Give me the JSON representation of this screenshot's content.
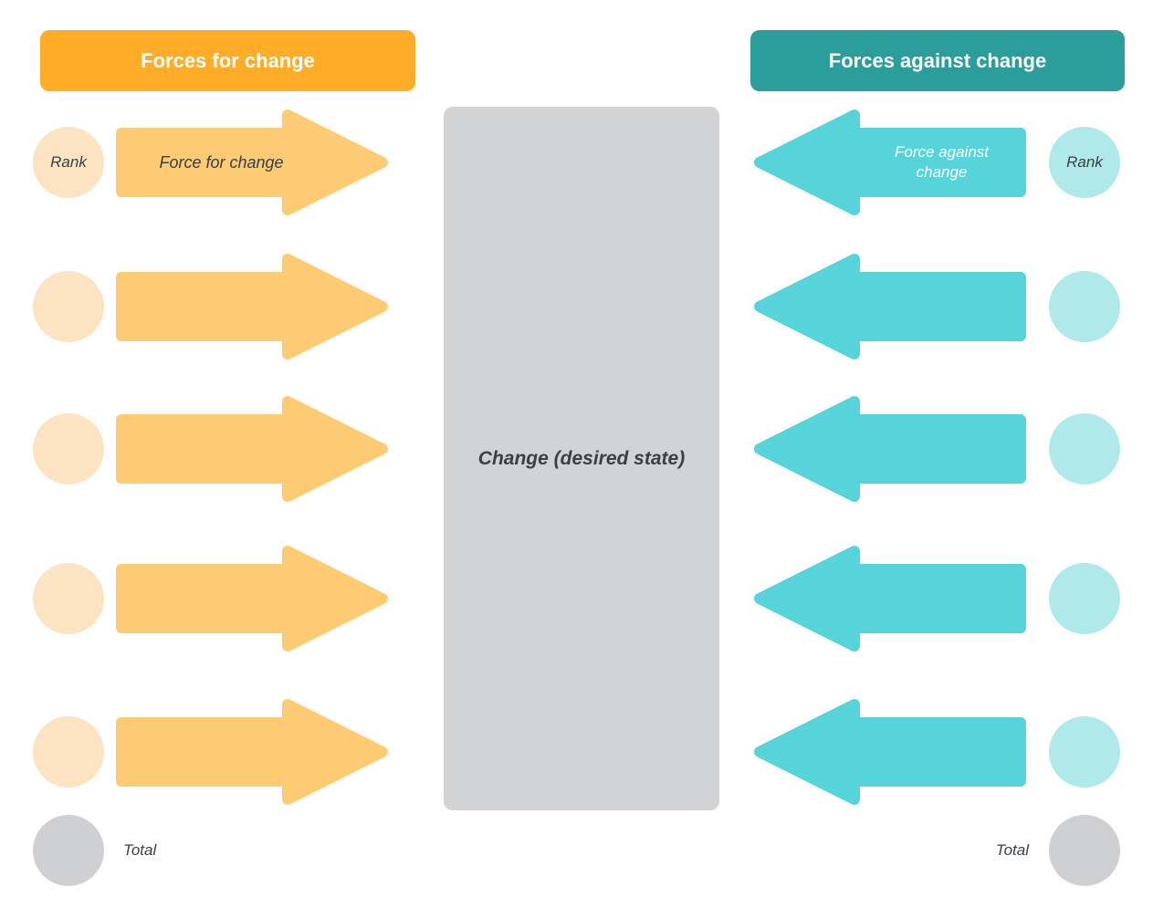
{
  "left": {
    "header": "Forces for change",
    "rank_label": "Rank",
    "force_label": "Force for change",
    "total_label": "Total",
    "row_count": 5
  },
  "right": {
    "header": "Forces against change",
    "rank_label": "Rank",
    "force_label": "Force against change",
    "total_label": "Total",
    "row_count": 5
  },
  "center": {
    "label": "Change (desired state)"
  },
  "colors": {
    "header_orange": "#FFAD29",
    "header_teal": "#2B9D9B",
    "arrow_orange": "#FDCB74",
    "arrow_teal": "#57D4D9",
    "circle_peach": "#FCE4C3",
    "circle_cyan": "#AFE9E9",
    "circle_gray": "#CFD0D2",
    "center_gray": "#D2D3D5",
    "dark_text": "#3A4045"
  }
}
